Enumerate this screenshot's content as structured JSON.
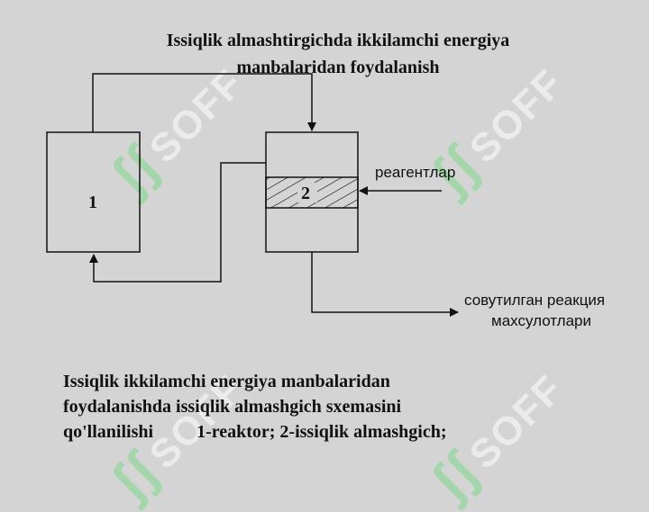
{
  "title": {
    "line1": "Issiqlik almashtirgichda ikkilamchi energiya",
    "line2": "manbalaridan foydalanish"
  },
  "diagram": {
    "box1_label": "1",
    "box2_label": "2",
    "input_label": "реагентлар",
    "output_label_line1": "совутилган реакция",
    "output_label_line2": "махсулотлари"
  },
  "caption": {
    "line1": "Issiqlik ikkilamchi energiya manbalaridan",
    "line2": "foydalanishda issiqlik almashgich sxemasini",
    "line3_left": "qo'llanilishi",
    "line3_right": "1-reaktor; 2-issiqlik almashgich;"
  },
  "watermark": {
    "text": "SOFF"
  }
}
